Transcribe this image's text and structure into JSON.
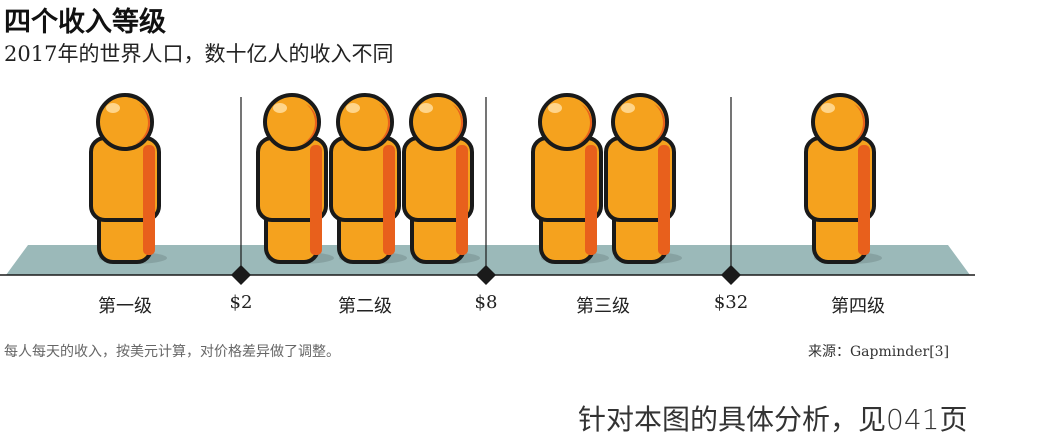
{
  "title": "四个收入等级",
  "subtitle": "2017年的世界人口，数十亿人的收入不同",
  "levels": [
    {
      "label": "第一级",
      "figures": 1
    },
    {
      "label": "第二级",
      "figures": 3
    },
    {
      "label": "第三级",
      "figures": 2
    },
    {
      "label": "第四级",
      "figures": 1
    }
  ],
  "thresholds": [
    "$2",
    "$8",
    "$32"
  ],
  "footnote": "每人每天的收入，按美元计算，对价格差异做了调整。",
  "source": "来源：Gapminder[3]",
  "page_ref": "针对本图的具体分析，见041页",
  "colors": {
    "figure": "#f5a21e",
    "figure_shade": "#e8601c",
    "floor": "#9bb9b9",
    "outline": "#1a1a1a"
  }
}
